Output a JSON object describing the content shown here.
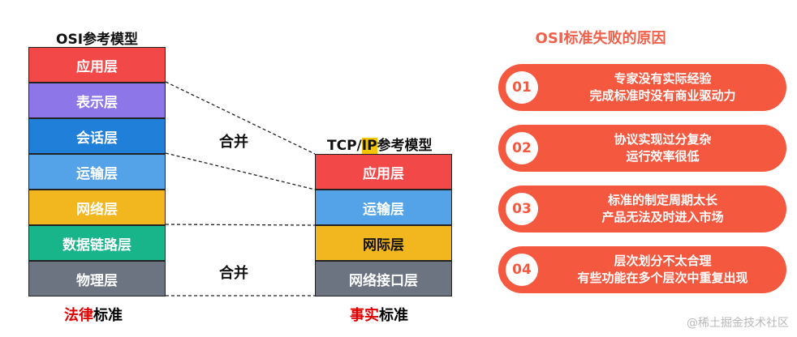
{
  "osi": {
    "title": "OSI参考模型",
    "layers": [
      {
        "label": "应用层",
        "color": "#f24848"
      },
      {
        "label": "表示层",
        "color": "#8c76e8"
      },
      {
        "label": "会话层",
        "color": "#1f7fd9"
      },
      {
        "label": "运输层",
        "color": "#54a3e8"
      },
      {
        "label": "网络层",
        "color": "#f2b61e"
      },
      {
        "label": "数据链路层",
        "color": "#18b58a"
      },
      {
        "label": "物理层",
        "color": "#6b7480"
      }
    ],
    "footer_red": "法律",
    "footer_rest": "标准"
  },
  "merge_labels": [
    "合并",
    "合并"
  ],
  "tcp": {
    "title_pre": "TCP/",
    "title_hl": "IP",
    "title_post": "参考模型",
    "layers": [
      {
        "label": "应用层",
        "color": "#f24848"
      },
      {
        "label": "运输层",
        "color": "#54a3e8"
      },
      {
        "label": "网际层",
        "color": "#f2b61e",
        "text_color": "#111111"
      },
      {
        "label": "网络接口层",
        "color": "#6b7480"
      }
    ],
    "footer_red": "事实",
    "footer_rest": "标准"
  },
  "reasons": {
    "title": "OSI标准失败的原因",
    "items": [
      {
        "num": "01",
        "line1": "专家没有实际经验",
        "line2": "完成标准时没有商业驱动力"
      },
      {
        "num": "02",
        "line1": "协议实现过分复杂",
        "line2": "运行效率很低"
      },
      {
        "num": "03",
        "line1": "标准的制定周期太长",
        "line2": "产品无法及时进入市场"
      },
      {
        "num": "04",
        "line1": "层次划分不太合理",
        "line2": "有些功能在多个层次中重复出现"
      }
    ]
  },
  "watermark": "@稀土掘金技术社区"
}
